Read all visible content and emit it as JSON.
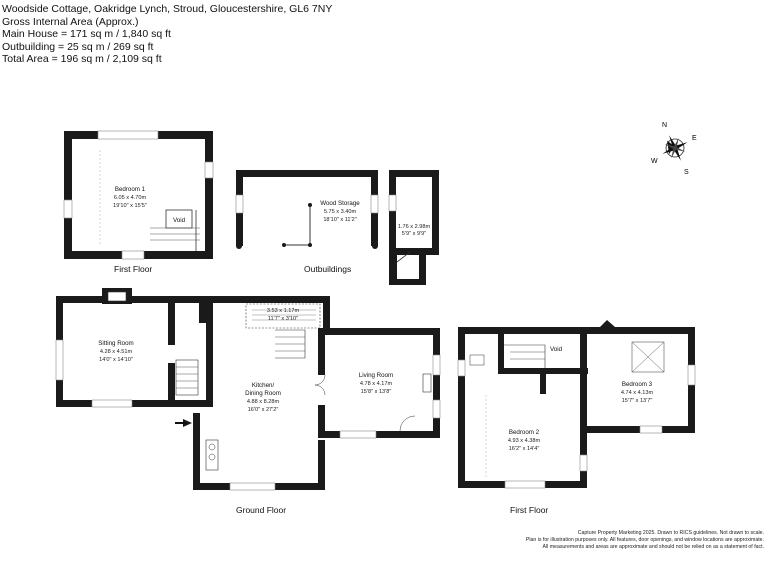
{
  "header": {
    "address": "Woodside Cottage, Oakridge Lynch, Stroud, Gloucestershire, GL6 7NY",
    "gia": "Gross Internal Area (Approx.)",
    "main_house": "Main House = 171 sq m / 1,840 sq ft",
    "outbuilding": "Outbuilding = 25 sq m / 269 sq ft",
    "total": "Total Area = 196  sq m / 2,109 sq ft"
  },
  "compass": {
    "n": "N",
    "e": "E",
    "s": "S",
    "w": "W"
  },
  "floors": {
    "first_floor_a": "First Floor",
    "outbuildings": "Outbuildings",
    "ground_floor": "Ground Floor",
    "first_floor_b": "First Floor"
  },
  "rooms": {
    "bedroom1": {
      "name": "Bedroom 1",
      "metric": "6.05 x 4.70m",
      "imperial": "19'10\" x 15'5\""
    },
    "void1": {
      "name": "Void"
    },
    "wood_storage": {
      "name": "Wood Storage",
      "metric": "5.75 x 3.40m",
      "imperial": "18'10\" x 11'2\""
    },
    "shed": {
      "metric": "1.76 x 2.98m",
      "imperial": "5'9\" x 9'9\""
    },
    "sitting_room": {
      "name": "Sitting Room",
      "metric": "4.28 x 4.51m",
      "imperial": "14'0\" x 14'10\""
    },
    "store": {
      "metric": "3.53 x 1.17m",
      "imperial": "11'7\" x 3'10\""
    },
    "kitchen": {
      "name": "Kitchen/",
      "name2": "Dining Room",
      "metric": "4.88 x 8.28m",
      "imperial": "16'0\" x 27'2\""
    },
    "living_room": {
      "name": "Living Room",
      "metric": "4.78 x 4.17m",
      "imperial": "15'8\" x 13'8\""
    },
    "void2": {
      "name": "Void"
    },
    "bedroom3": {
      "name": "Bedroom 3",
      "metric": "4.74 x 4.13m",
      "imperial": "15'7\" x 13'7\""
    },
    "bedroom2": {
      "name": "Bedroom 2",
      "metric": "4.93 x 4.38m",
      "imperial": "16'2\" x 14'4\""
    }
  },
  "disclaimer": {
    "line1": "Capture Property Marketing 2025. Drawn to RICS guidelines.  Not drawn to scale.",
    "line2": "Plan is for illustration purposes only. All features, door openings, and window locations are approximate.",
    "line3": "All measurements and areas are approximate and should not be relied on as a statement of fact."
  }
}
